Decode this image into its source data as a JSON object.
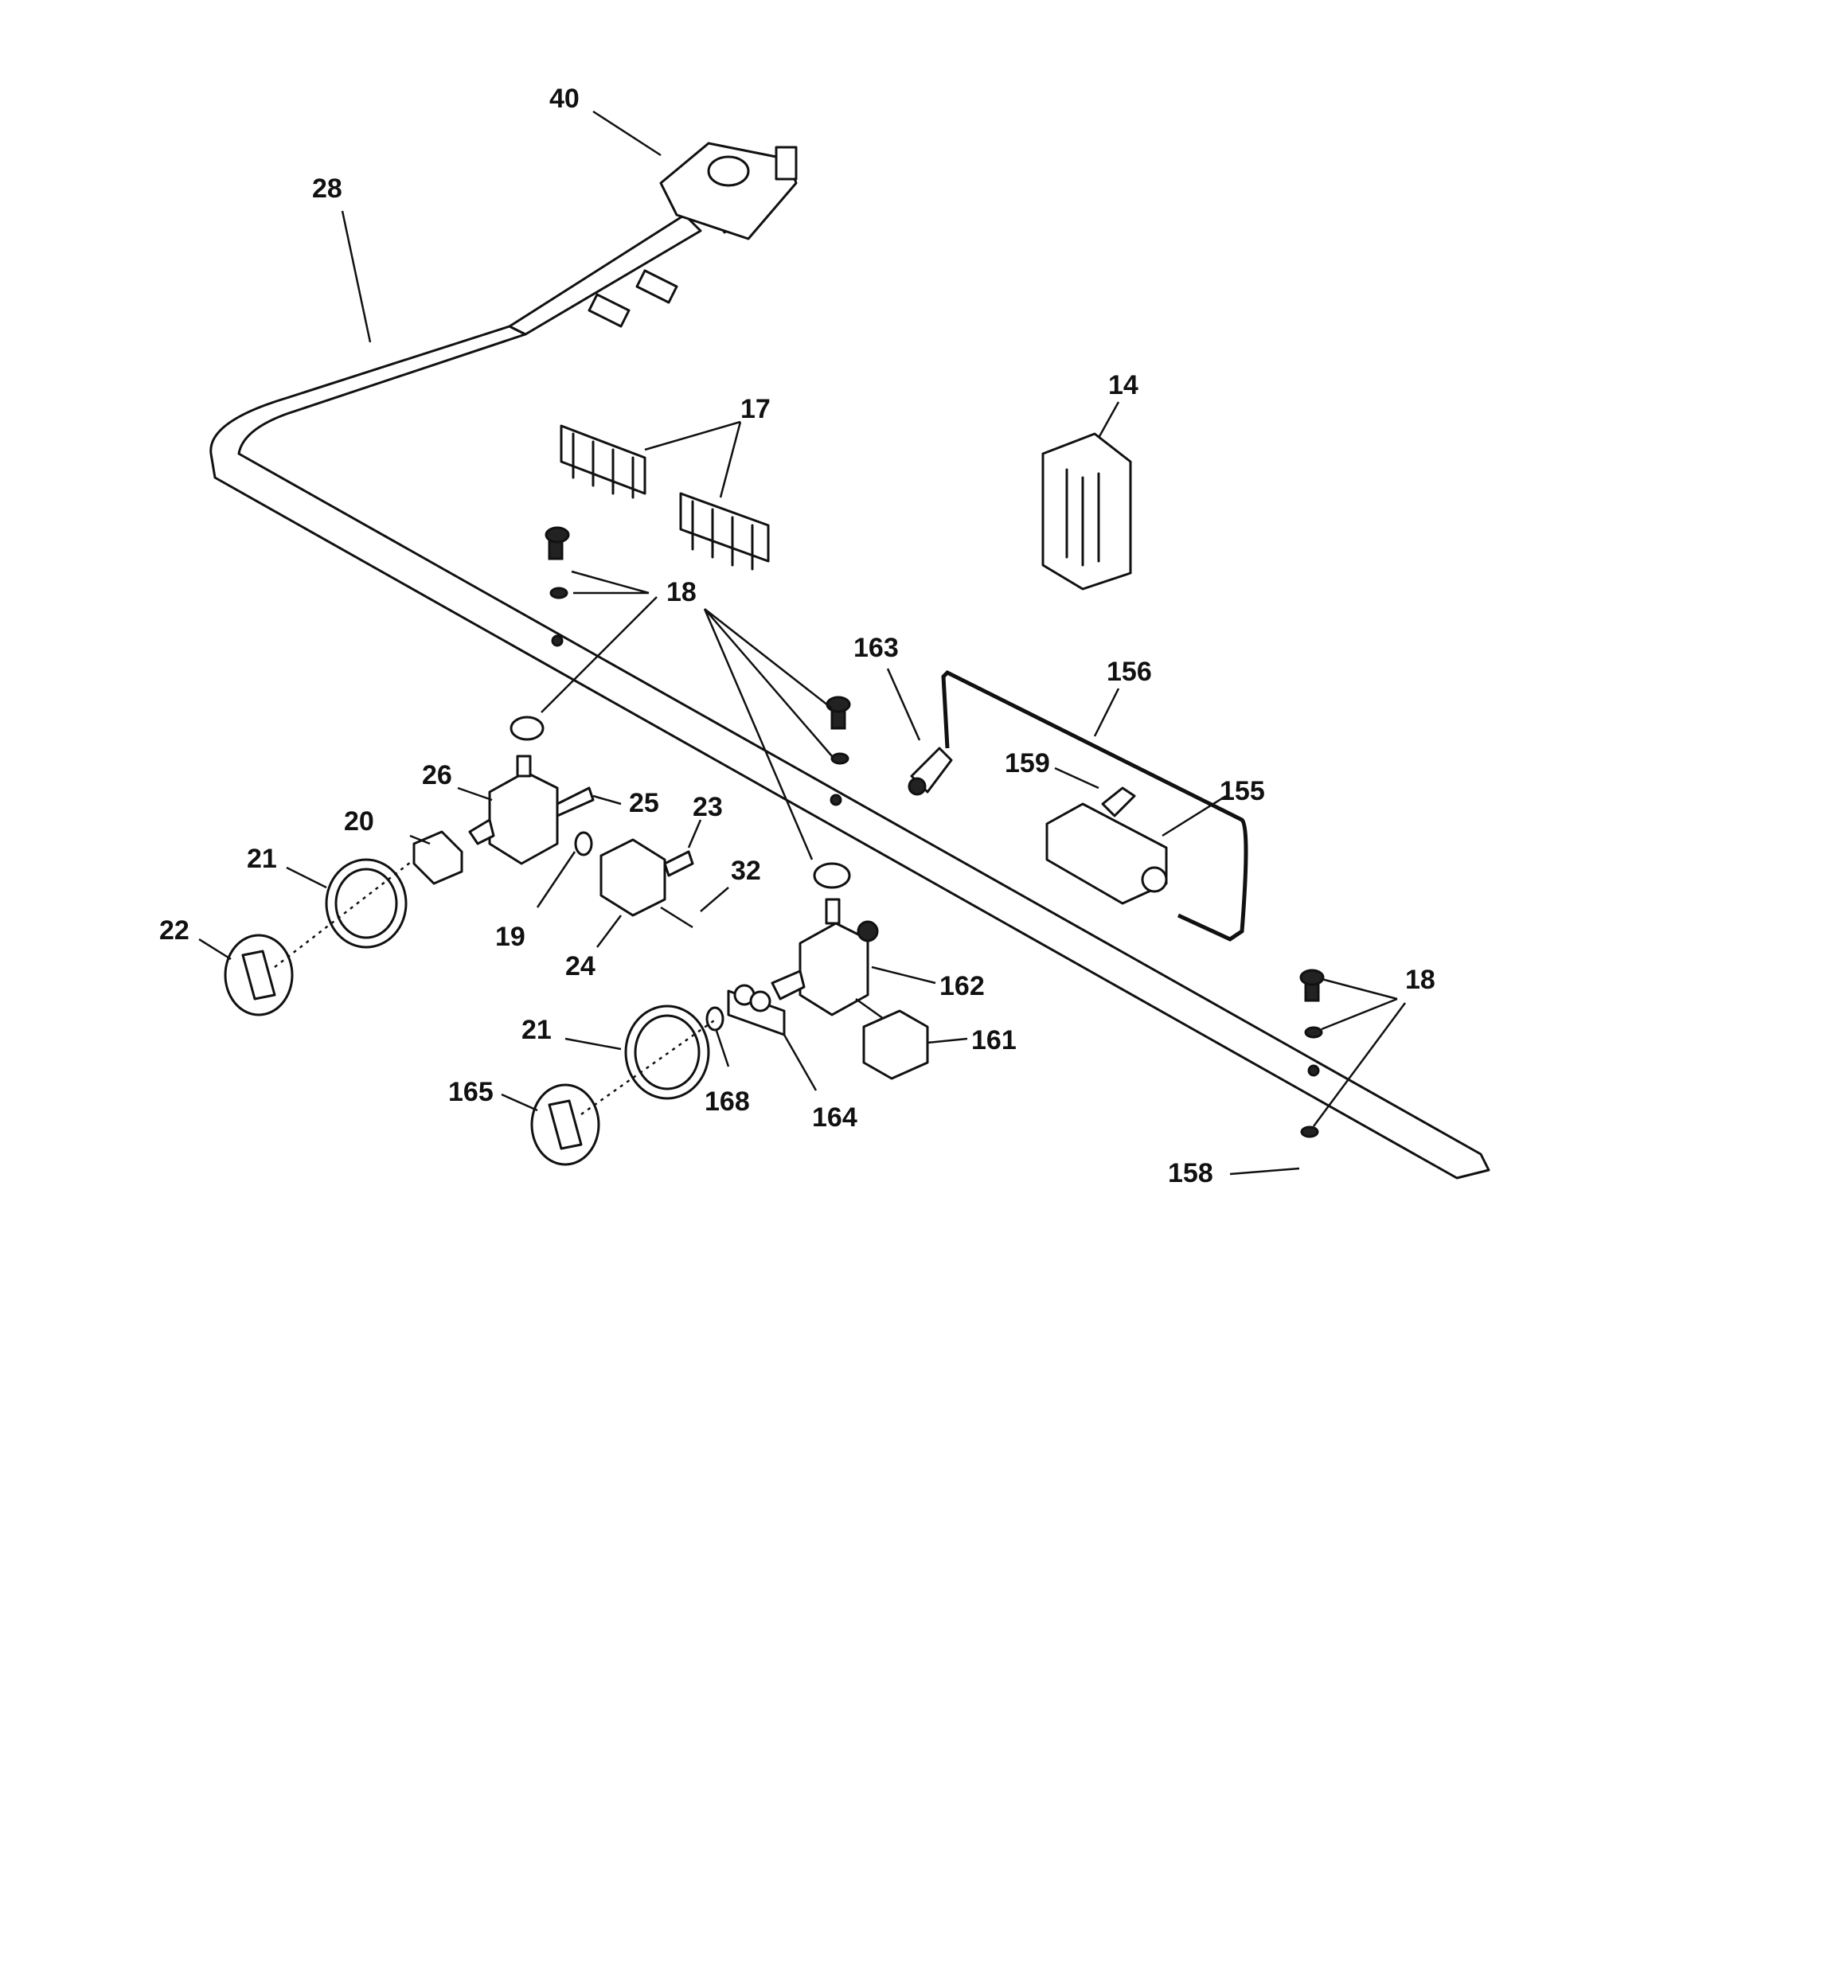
{
  "callouts": {
    "c40": "40",
    "c28": "28",
    "c14": "14",
    "c17": "17",
    "c18a": "18",
    "c18b": "18",
    "c163": "163",
    "c156": "156",
    "c159": "159",
    "c155": "155",
    "c26": "26",
    "c25": "25",
    "c23": "23",
    "c20": "20",
    "c21a": "21",
    "c32": "32",
    "c22": "22",
    "c19": "19",
    "c24": "24",
    "c162": "162",
    "c161": "161",
    "c21b": "21",
    "c165": "165",
    "c168": "168",
    "c164": "164",
    "c158": "158"
  }
}
